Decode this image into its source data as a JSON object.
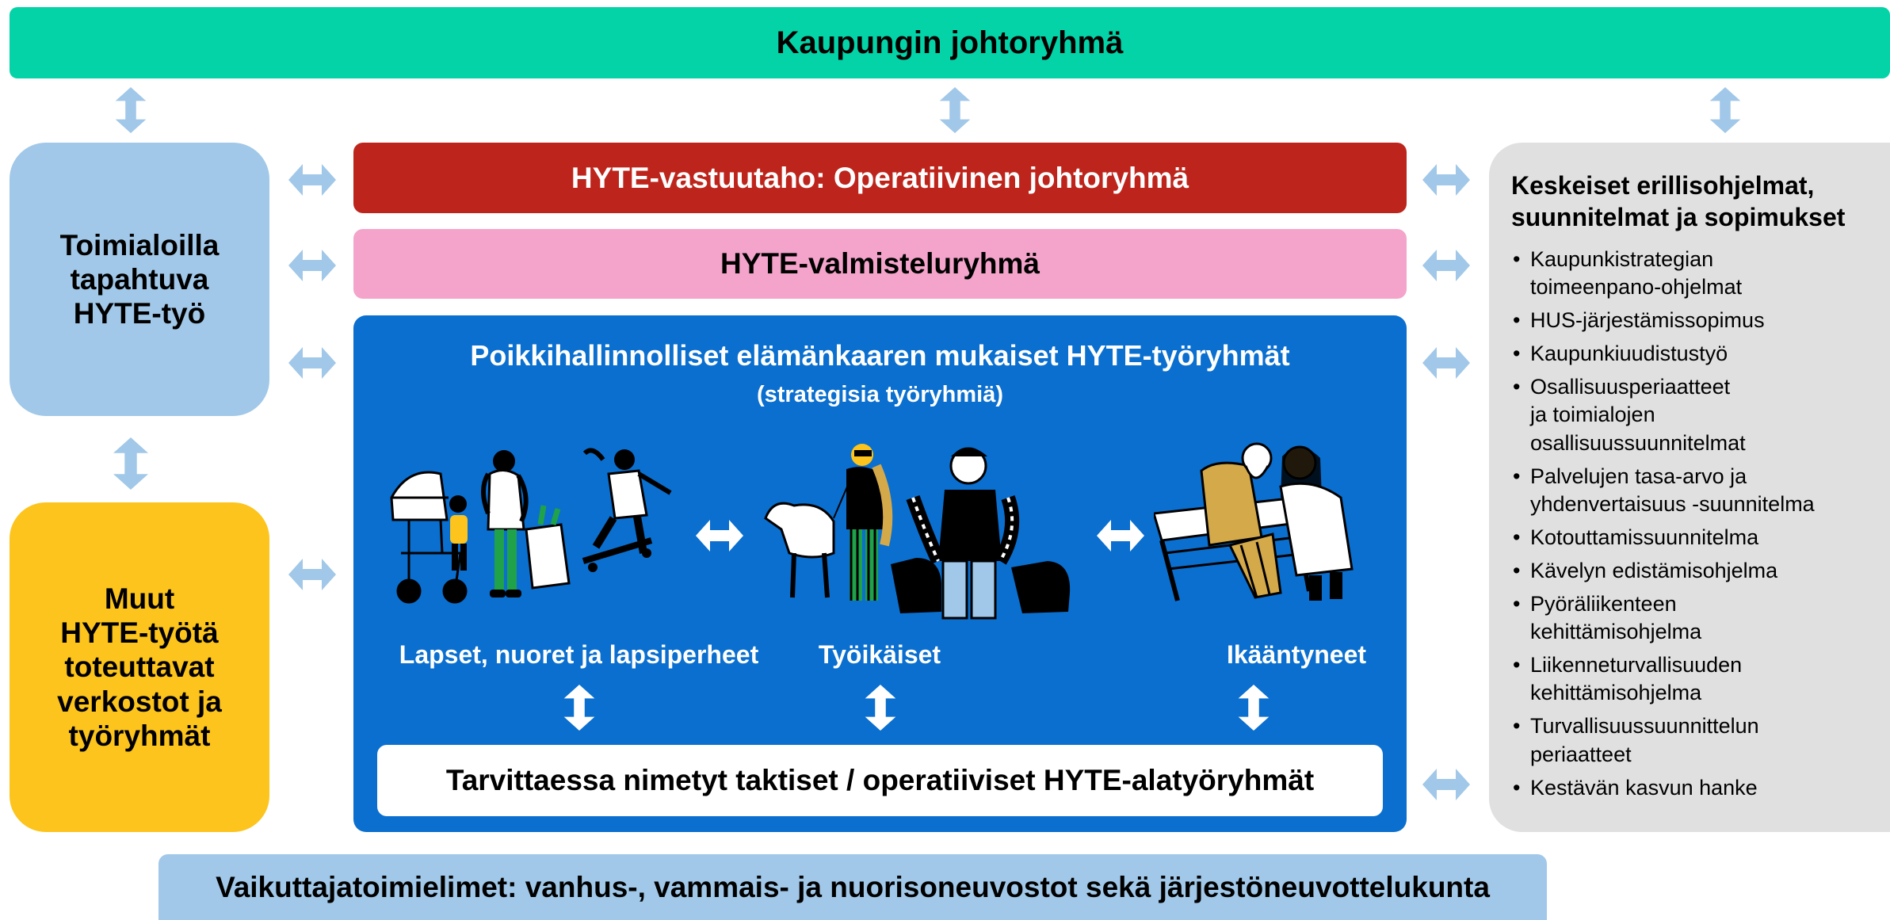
{
  "colors": {
    "top_bar": "#03d3a7",
    "light_blue": "#a1c8e8",
    "yellow": "#fcc41c",
    "red": "#bd251c",
    "pink": "#f4a4ca",
    "blue_panel": "#0a6fcf",
    "grey_panel": "#e0e0e0"
  },
  "top_bar": {
    "title": "Kaupungin johtoryhmä"
  },
  "left_column": {
    "toimialat": {
      "lines": [
        "Toimialoilla",
        "tapahtuva",
        "HYTE-työ"
      ]
    },
    "muut": {
      "lines": [
        "Muut",
        "HYTE-työtä",
        "toteuttavat",
        "verkostot ja",
        "työryhmät"
      ]
    }
  },
  "center": {
    "vastuutaho": "HYTE-vastuutaho: Operatiivinen johtoryhmä",
    "valmistelu": "HYTE-valmisteluryhmä",
    "workgroups": {
      "title": "Poikkihallinnolliset elämänkaaren mukaiset HYTE-työryhmät",
      "subtitle": "(strategisia työryhmiä)",
      "groups": [
        {
          "label": "Lapset, nuoret ja lapsiperheet",
          "illustration": "family-skateboard-illustration"
        },
        {
          "label": "Työikäiset",
          "illustration": "working-age-dog-watering-can-illustration"
        },
        {
          "label": "Ikääntyneet",
          "illustration": "elderly-couple-bench-illustration"
        }
      ],
      "subgroups": "Tarvittaessa nimetyt taktiset / operatiiviset HYTE-alatyöryhmät"
    }
  },
  "right_column": {
    "heading": [
      "Keskeiset erillisohjelmat,",
      "suunnitelmat ja sopimukset"
    ],
    "items": [
      [
        "Kaupunkistrategian",
        "toimeenpano-ohjelmat"
      ],
      [
        "HUS-järjestämissopimus"
      ],
      [
        "Kaupunkiuudistustyö"
      ],
      [
        "Osallisuusperiaatteet",
        "ja toimialojen",
        "osallisuussuunnitelmat"
      ],
      [
        "Palvelujen tasa-arvo ja",
        "yhdenvertaisuus -suunnitelma"
      ],
      [
        "Kotouttamissuunnitelma"
      ],
      [
        "Kävelyn edistämisohjelma"
      ],
      [
        "Pyöräliikenteen",
        "kehittämisohjelma"
      ],
      [
        "Liikenneturvallisuuden",
        "kehittämisohjelma"
      ],
      [
        "Turvallisuussuunnittelun",
        "periaatteet"
      ],
      [
        "Kestävän kasvun hanke"
      ]
    ]
  },
  "bottom_bar": {
    "title": "Vaikuttajatoimielimet: vanhus-, vammais- ja nuorisoneuvostot sekä järjestöneuvottelukunta"
  }
}
